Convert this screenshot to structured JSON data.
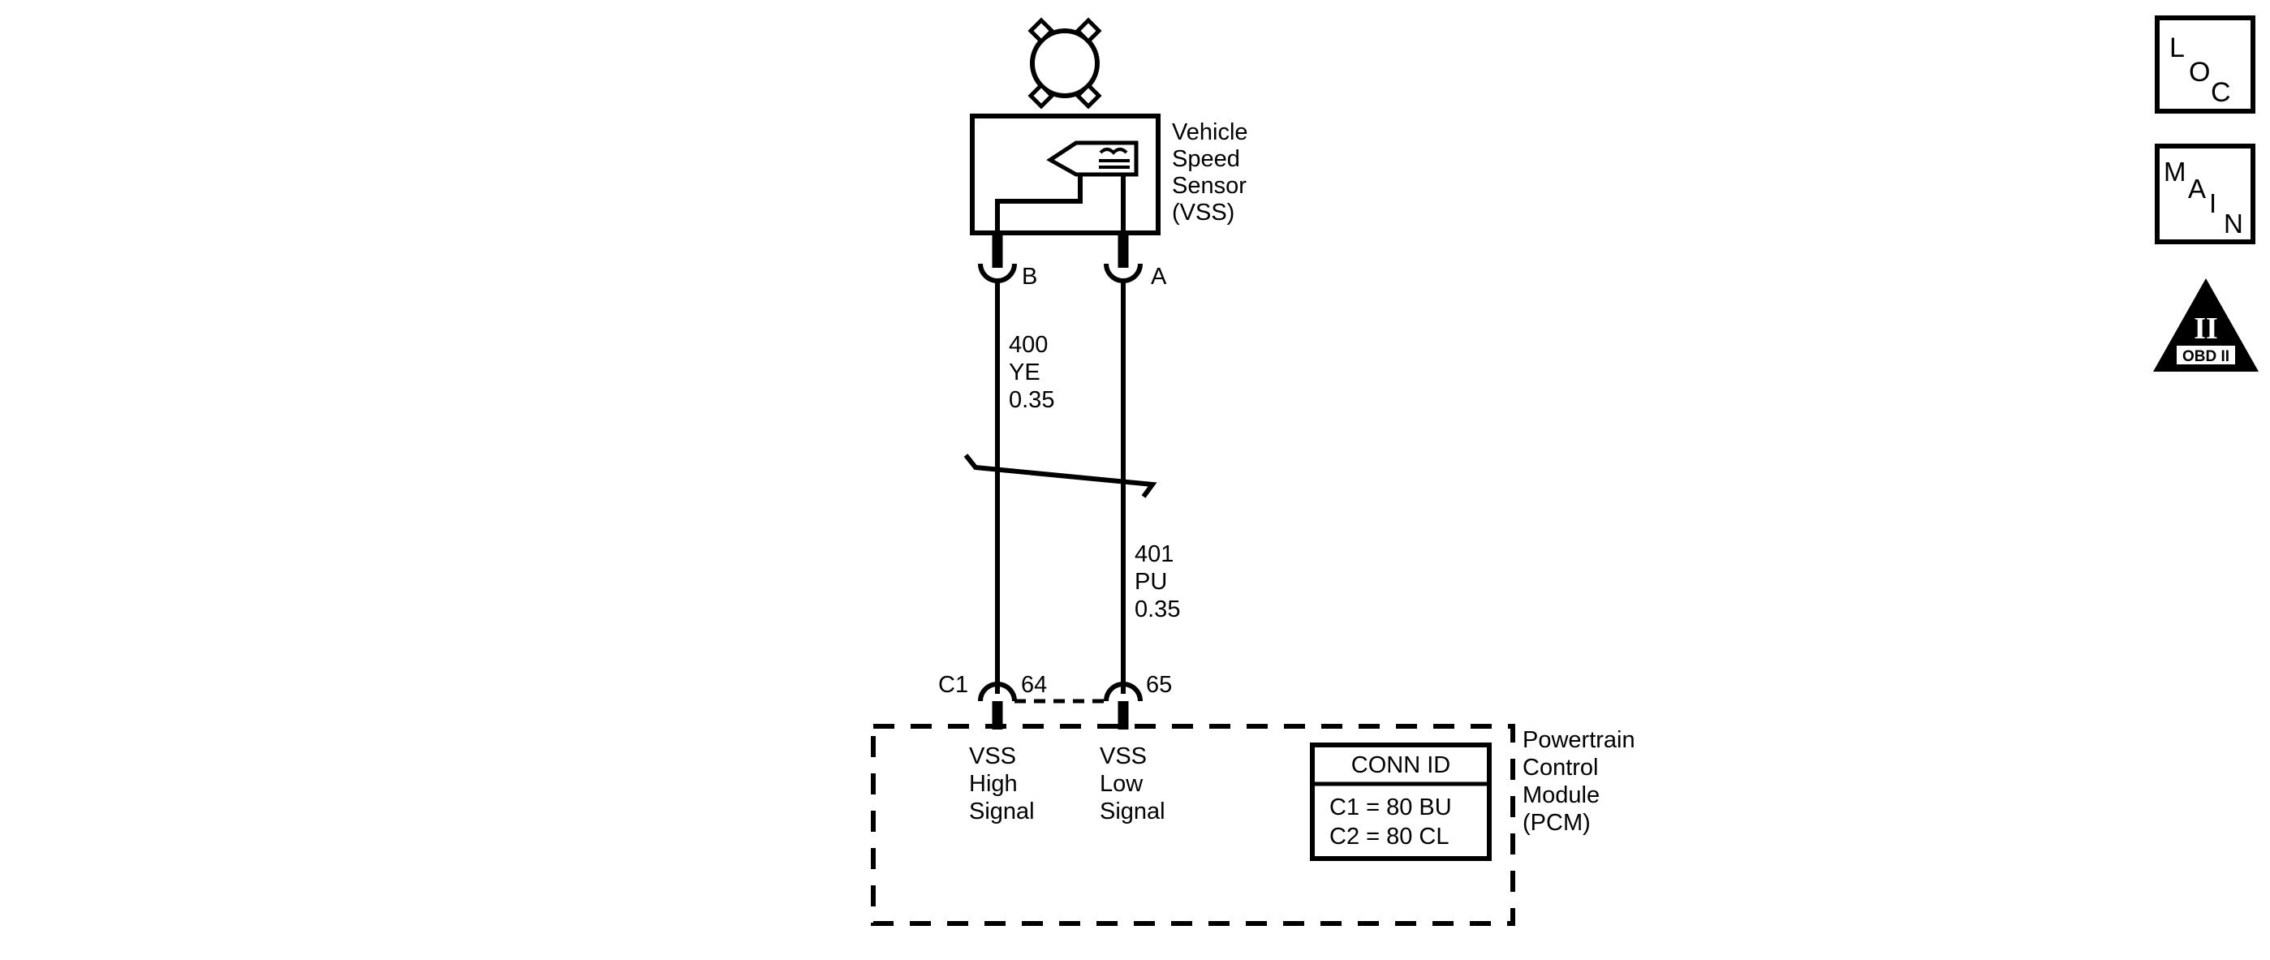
{
  "sensor": {
    "name_lines": [
      "Vehicle",
      "Speed",
      "Sensor",
      "(VSS)"
    ],
    "pin_b": "B",
    "pin_a": "A"
  },
  "wires": {
    "high": {
      "circuit": "400",
      "color": "YE",
      "gauge": "0.35"
    },
    "low": {
      "circuit": "401",
      "color": "PU",
      "gauge": "0.35"
    }
  },
  "pcm": {
    "connector": "C1",
    "pin_high": "64",
    "pin_low": "65",
    "high_signal_lines": [
      "VSS",
      "High",
      "Signal"
    ],
    "low_signal_lines": [
      "VSS",
      "Low",
      "Signal"
    ],
    "name_lines": [
      "Powertrain",
      "Control",
      "Module",
      "(PCM)"
    ],
    "conn_id": {
      "header": "CONN ID",
      "rows": [
        "C1 = 80 BU",
        "C2 = 80 CL"
      ]
    }
  },
  "icons": {
    "loc": {
      "letters": [
        "L",
        "O",
        "C"
      ]
    },
    "main": {
      "letters": [
        "M",
        "A",
        "I",
        "N"
      ]
    },
    "obd": {
      "numeral": "II",
      "label": "OBD II"
    }
  }
}
